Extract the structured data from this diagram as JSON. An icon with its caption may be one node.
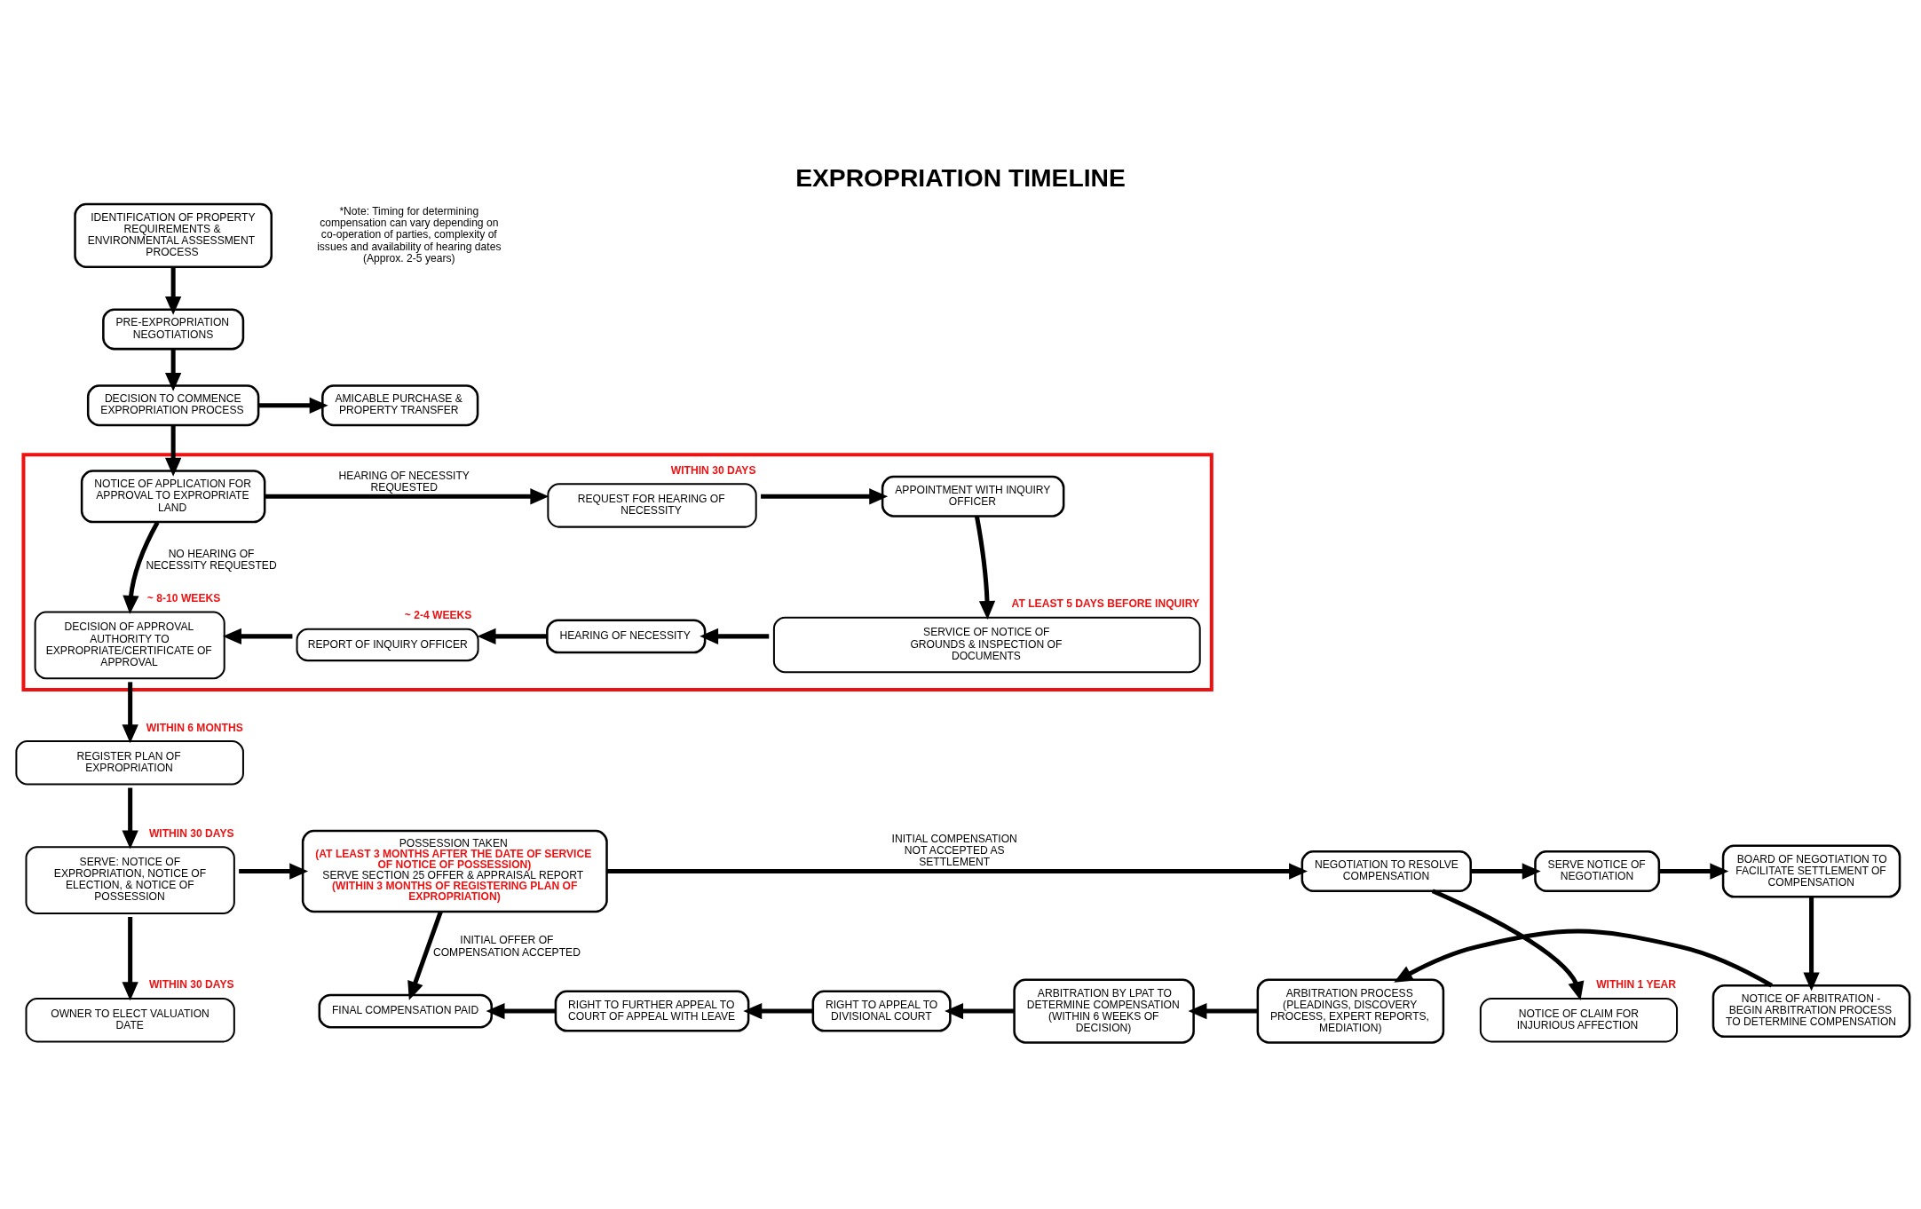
{
  "diagram": {
    "title": "EXPROPRIATION TIMELINE",
    "nodes": [
      {
        "text": [
          "IDENTIFICATION OF PROPERTY REQUIREMENTS & ENVIRONMENTAL ASSESSMENT PROCESS"
        ]
      },
      {
        "text": [
          "PRE-EXPROPRIATION NEGOTIATIONS"
        ]
      },
      {
        "text": [
          "DECISION TO COMMENCE EXPROPRIATION PROCESS"
        ]
      },
      {
        "text": [
          "AMICABLE PURCHASE & PROPERTY TRANSFER"
        ]
      },
      {
        "text": [],
        "shape": "box"
      },
      {
        "text": [
          "NOTICE OF APPLICATION FOR APPROVAL TO EXPROPRIATE LAND"
        ],
        "in": 4
      },
      {
        "text": [
          "REQUEST FOR HEARING OF NECESSITY"
        ],
        "in": 4,
        "beside": [
          "WITHIN 30 DAYS"
        ]
      },
      {
        "text": [
          "APPOINTMENT WITH INQUIRY OFFICER"
        ],
        "in": 4
      },
      {
        "text": [
          "SERVICE OF NOTICE OF GROUNDS & INSPECTION OF DOCUMENTS"
        ],
        "in": 4,
        "beside": [
          "AT LEAST 5 DAYS BEFORE INQUIRY"
        ]
      },
      {
        "text": [
          "HEARING OF NECESSITY"
        ],
        "in": 4
      },
      {
        "text": [
          "REPORT OF INQUIRY OFFICER"
        ],
        "in": 4,
        "beside": [
          "~ 2-4 WEEKS"
        ]
      },
      {
        "text": [
          "DECISION OF APPROVAL AUTHORITY TO EXPROPRIATE/CERTIFICATE OF APPROVAL"
        ],
        "in": 4,
        "beside": [
          "~ 8-10 WEEKS"
        ]
      },
      {
        "text": [
          "REGISTER PLAN OF EXPROPRIATION"
        ],
        "beside": [
          "WITHIN 6 MONTHS"
        ]
      },
      {
        "text": [
          "SERVE: NOTICE OF EXPROPRIATION, NOTICE OF ELECTION, & NOTICE OF POSSESSION"
        ],
        "beside": [
          "WITHIN 30 DAYS"
        ]
      },
      {
        "text": [
          "OWNER TO ELECT VALUATION DATE"
        ],
        "beside": [
          "WITHIN 30 DAYS"
        ]
      },
      {
        "text": [
          "POSSESSION TAKEN",
          "(AT LEAST 3 MONTHS AFTER THE DATE OF SERVICE OF NOTICE OF POSSESSION)",
          "SERVE SECTION 25 OFFER & APPRAISAL REPORT",
          "(WITHIN 3 MONTHS OF REGISTERING PLAN OF EXPROPRIATION)"
        ]
      },
      {
        "text": [
          "NEGOTIATION TO RESOLVE COMPENSATION"
        ]
      },
      {
        "text": [
          "SERVE NOTICE OF NEGOTIATION"
        ]
      },
      {
        "text": [
          "BOARD OF NEGOTIATION TO FACILITATE SETTLEMENT OF COMPENSATION"
        ]
      },
      {
        "text": [
          "NOTICE OF CLAIM FOR INJURIOUS AFFECTION"
        ],
        "beside": [
          "WITHIN 1 YEAR"
        ]
      },
      {
        "text": [
          "NOTICE OF ARBITRATION - BEGIN ARBITRATION PROCESS TO DETERMINE COMPENSATION"
        ]
      },
      {
        "text": [
          "ARBITRATION PROCESS (PLEADINGS, DISCOVERY PROCESS, EXPERT REPORTS, MEDIATION)"
        ]
      },
      {
        "text": [
          "ARBITRATION BY LPAT TO DETERMINE COMPENSATION (WITHIN 6 WEEKS OF DECISION)"
        ]
      },
      {
        "text": [
          "RIGHT TO APPEAL TO DIVISIONAL COURT"
        ]
      },
      {
        "text": [
          "RIGHT TO FURTHER APPEAL TO COURT OF APPEAL WITH LEAVE"
        ]
      },
      {
        "text": [
          "FINAL COMPENSATION PAID"
        ]
      }
    ],
    "edges": [
      {
        "from": 0,
        "to": 1,
        "arrow": "to"
      },
      {
        "from": 1,
        "to": 2,
        "arrow": "to"
      },
      {
        "from": 2,
        "to": 3,
        "arrow": "to"
      },
      {
        "from": 2,
        "to": 5,
        "arrow": "to"
      },
      {
        "from": 5,
        "to": 6,
        "arrow": "to",
        "label": "HEARING OF NECESSITY REQUESTED"
      },
      {
        "from": 6,
        "to": 7,
        "arrow": "to"
      },
      {
        "from": 7,
        "to": 8,
        "arrow": "to"
      },
      {
        "from": 8,
        "to": 9,
        "arrow": "to"
      },
      {
        "from": 9,
        "to": 10,
        "arrow": "to"
      },
      {
        "from": 10,
        "to": 11,
        "arrow": "to"
      },
      {
        "from": 5,
        "to": 11,
        "arrow": "to",
        "label": "NO HEARING OF NECESSITY REQUESTED"
      },
      {
        "from": 11,
        "to": 12,
        "arrow": "to"
      },
      {
        "from": 12,
        "to": 13,
        "arrow": "to"
      },
      {
        "from": 13,
        "to": 14,
        "arrow": "to"
      },
      {
        "from": 13,
        "to": 15,
        "arrow": "to"
      },
      {
        "from": 15,
        "to": 25,
        "arrow": "to",
        "label": "INITIAL OFFER OF COMPENSATION ACCEPTED"
      },
      {
        "from": 15,
        "to": 16,
        "arrow": "to",
        "label": "INITIAL COMPENSATION NOT ACCEPTED AS SETTLEMENT"
      },
      {
        "from": 16,
        "to": 17,
        "arrow": "to"
      },
      {
        "from": 17,
        "to": 18,
        "arrow": "to"
      },
      {
        "from": 16,
        "to": 19,
        "arrow": "to"
      },
      {
        "from": 18,
        "to": 20,
        "arrow": "to"
      },
      {
        "from": 20,
        "to": 21,
        "arrow": "to"
      },
      {
        "from": 21,
        "to": 22,
        "arrow": "to"
      },
      {
        "from": 22,
        "to": 23,
        "arrow": "to"
      },
      {
        "from": 23,
        "to": 24,
        "arrow": "to"
      },
      {
        "from": 24,
        "to": 25,
        "arrow": "to"
      }
    ],
    "labels": [
      "*Note: Timing for determining compensation can vary depending on co-operation of parties, complexity of issues and availability of hearing dates (Approx. 2-5 years)"
    ]
  }
}
